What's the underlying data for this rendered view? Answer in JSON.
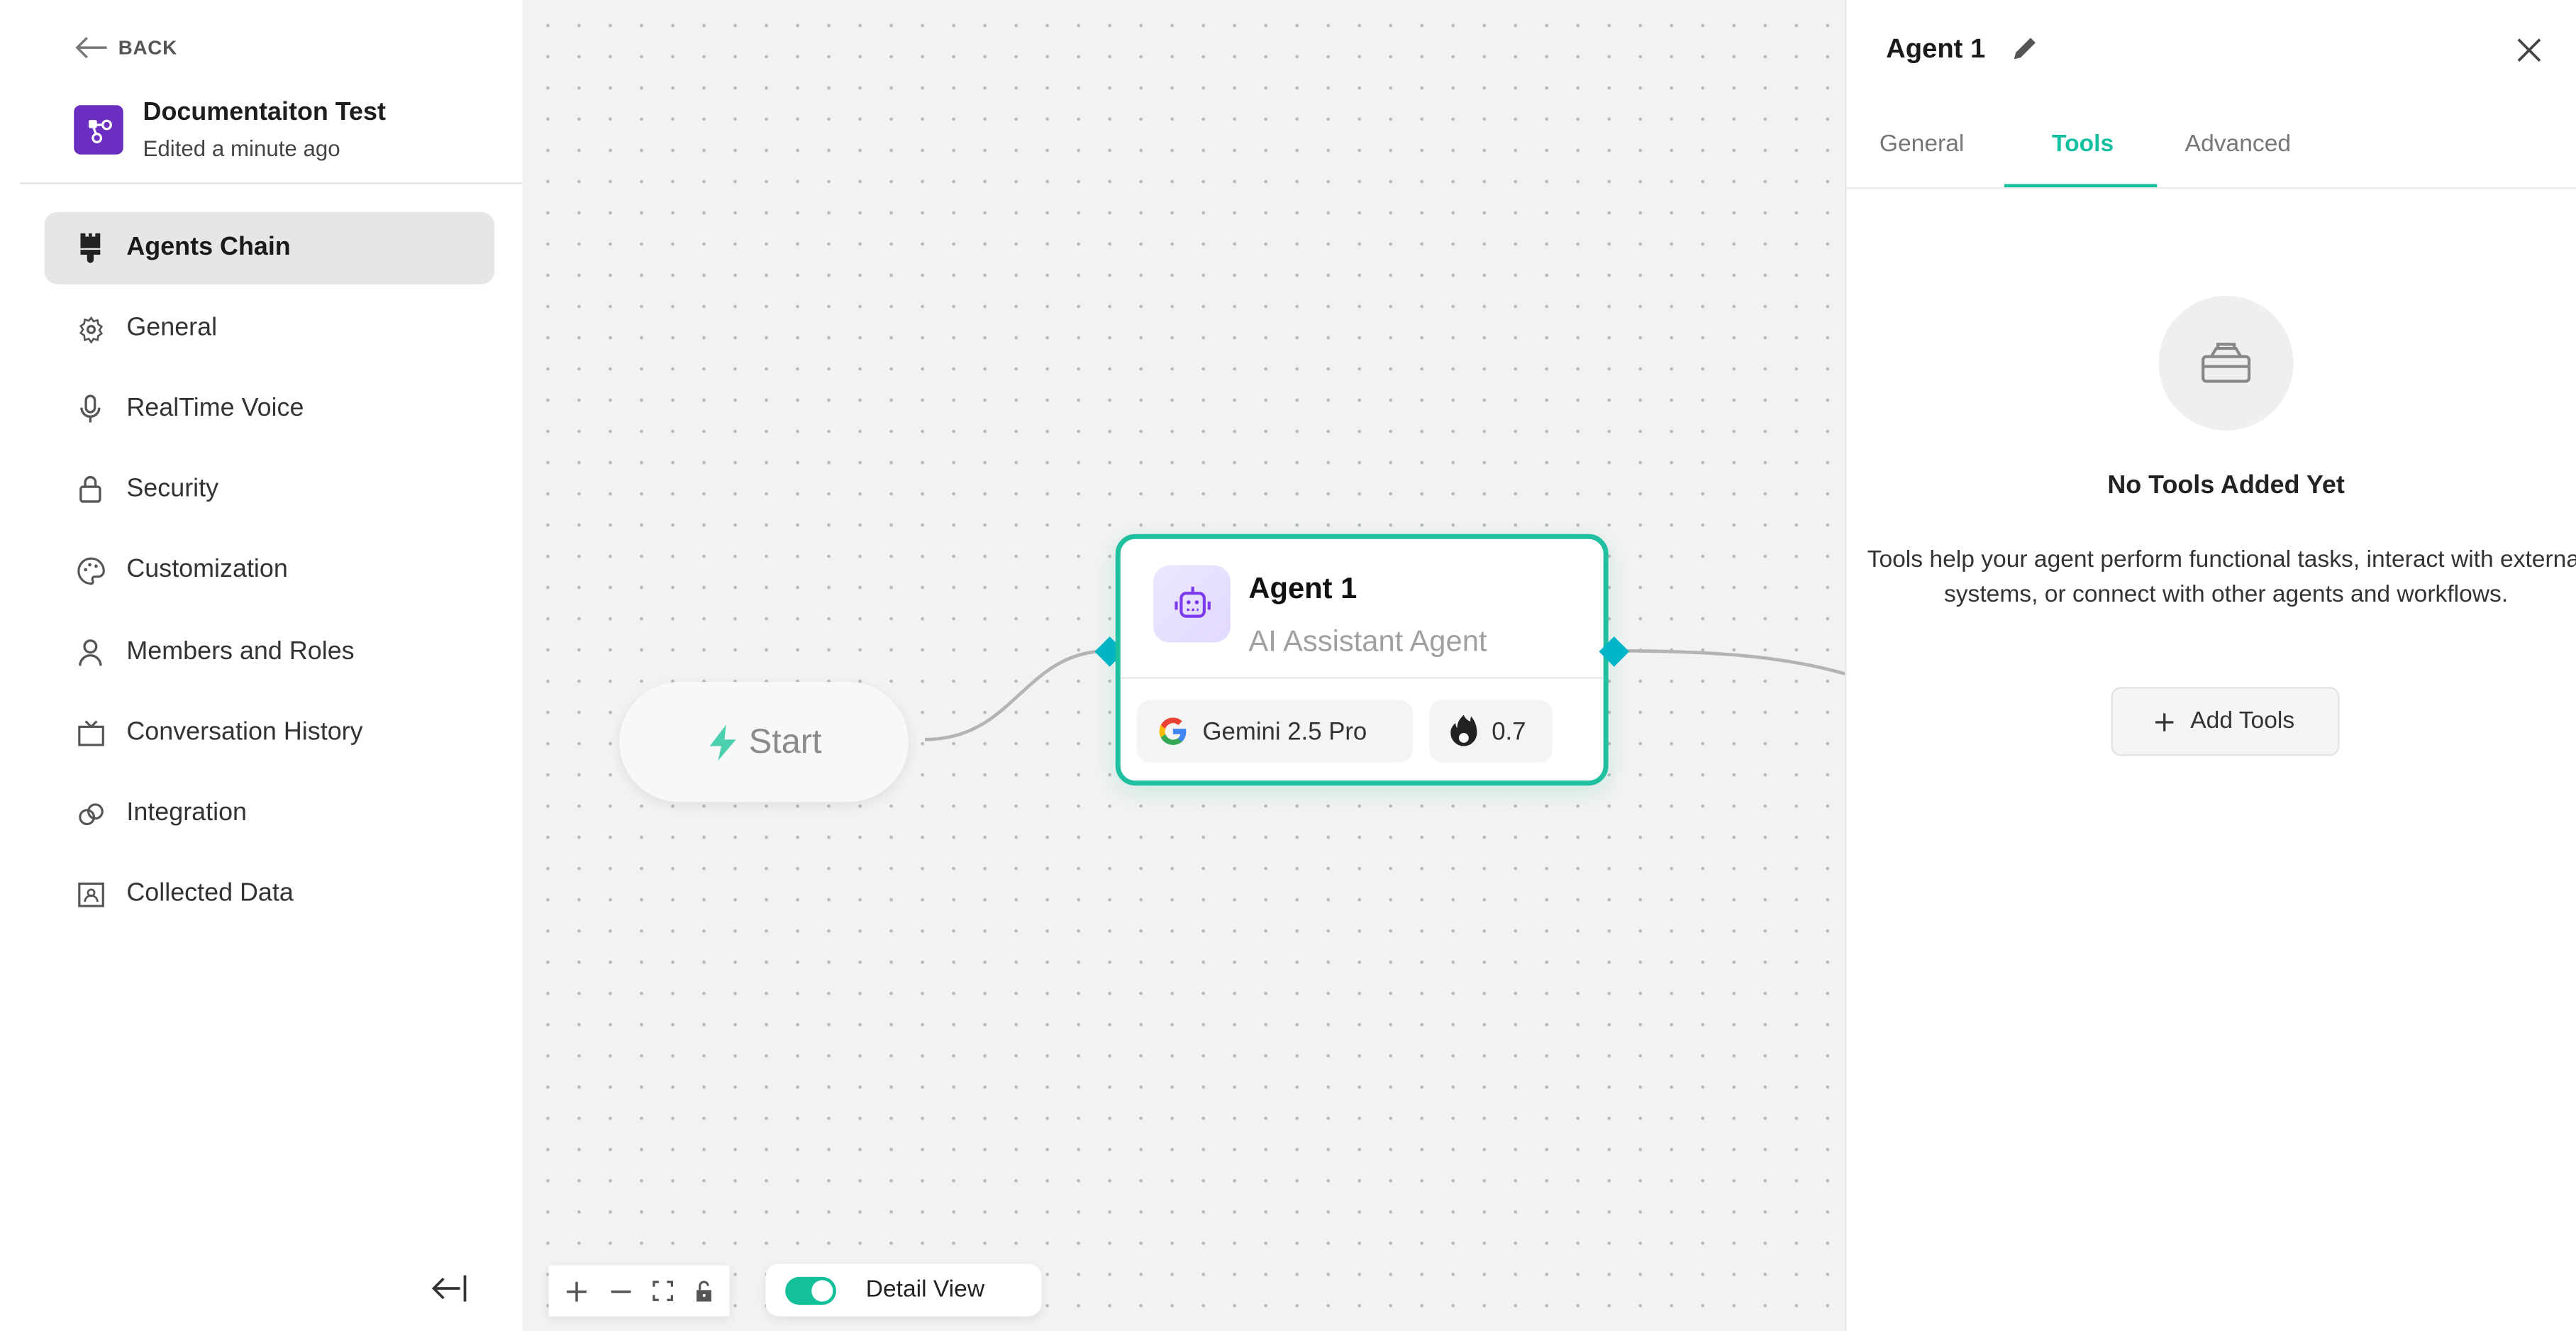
{
  "sidebar": {
    "back_label": "BACK",
    "project": {
      "title": "Documentaiton Test",
      "subtitle": "Edited a minute ago",
      "icon": "workflow-icon",
      "icon_color": "#6a2ec0"
    },
    "items": [
      {
        "label": "Agents Chain",
        "icon": "brush-icon",
        "active": true
      },
      {
        "label": "General",
        "icon": "gear-icon"
      },
      {
        "label": "RealTime Voice",
        "icon": "microphone-icon"
      },
      {
        "label": "Security",
        "icon": "lock-icon"
      },
      {
        "label": "Customization",
        "icon": "palette-icon"
      },
      {
        "label": "Members and Roles",
        "icon": "user-icon"
      },
      {
        "label": "Conversation History",
        "icon": "tv-icon"
      },
      {
        "label": "Integration",
        "icon": "link-icon"
      },
      {
        "label": "Collected Data",
        "icon": "contact-folder-icon"
      }
    ]
  },
  "canvas": {
    "start_node": {
      "label": "Start"
    },
    "agent_node": {
      "name": "Agent 1",
      "description": "AI Assistant Agent",
      "model": "Gemini 2.5 Pro",
      "temperature": "0.7"
    },
    "controls": [
      "zoom-in",
      "zoom-out",
      "fit-view",
      "lock"
    ],
    "detail_view": {
      "label": "Detail View",
      "enabled": true
    }
  },
  "panel": {
    "title": "Agent 1",
    "tabs": [
      {
        "label": "General"
      },
      {
        "label": "Tools",
        "active": true
      },
      {
        "label": "Advanced"
      }
    ],
    "empty_state": {
      "title": "No Tools Added Yet",
      "description": "Tools help your agent perform functional tasks, interact with external systems, or connect with other agents and workflows.",
      "button_label": "Add Tools"
    }
  },
  "colors": {
    "accent": "#14c0a0",
    "handle": "#00b5c8",
    "node_border": "#1fbfa0",
    "project_icon": "#6a2ec0"
  }
}
